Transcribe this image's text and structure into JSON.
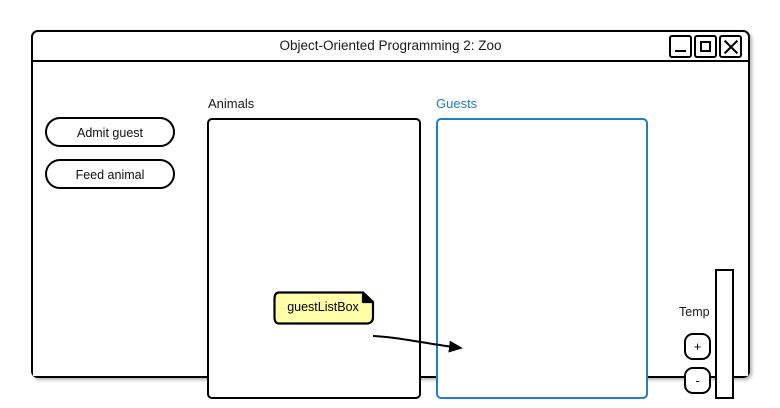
{
  "window": {
    "title": "Object-Oriented Programming 2: Zoo",
    "controls": [
      {
        "name": "minimize-button",
        "icon": "minimize-icon",
        "label": "_"
      },
      {
        "name": "maximize-button",
        "icon": "maximize-icon",
        "label": "□"
      },
      {
        "name": "close-button",
        "icon": "close-icon",
        "label": "✕"
      }
    ]
  },
  "buttons": {
    "admit_guest": "Admit guest",
    "feed_animal": "Feed animal"
  },
  "lists": {
    "animals": {
      "label": "Animals",
      "items": [],
      "border_color": "#000000"
    },
    "guests": {
      "label": "Guests",
      "items": [],
      "border_color": "#1f7ec5",
      "label_color": "#1f7ec5"
    }
  },
  "temp": {
    "label": "Temp",
    "increase_label": "+",
    "decrease_label": "-",
    "gauge_name": "temperature-gauge"
  },
  "annotation": {
    "callout_text": "guestListBox",
    "note_fill": "#ffffaa",
    "points_to": "guests-list-box"
  }
}
